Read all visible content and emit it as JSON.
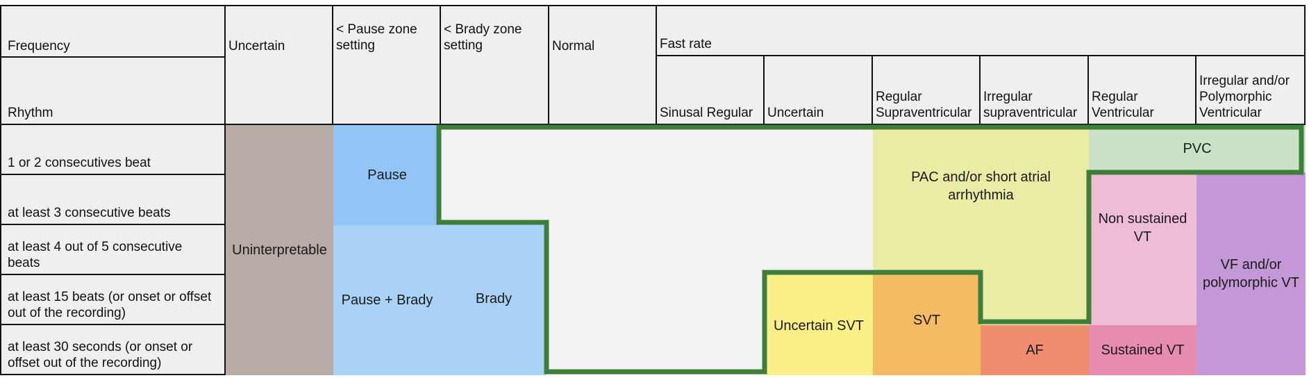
{
  "header": {
    "frequency": "Frequency",
    "rhythm": "Rhythm",
    "uncertain": "Uncertain",
    "pause_zone": "< Pause zone setting",
    "brady_zone": "< Brady zone setting",
    "normal": "Normal",
    "fast_rate": "Fast rate",
    "sub": [
      "Sinusal Regular",
      "Uncertain",
      "Regular Supraventricular",
      "Irregular supraventricular",
      "Regular Ventricular",
      "Irregular and/or Polymorphic Ventricular"
    ]
  },
  "rows": [
    "1 or 2 consecutives beat",
    "at least 3 consecutive beats",
    "at least 4 out of 5 consecutive beats",
    "at least 15 beats (or onset or offset out of the recording)",
    "at least 30 seconds (or onset or offset out of the recording)"
  ],
  "cells": {
    "uninterpretable": "Uninterpretable",
    "pause": "Pause",
    "pause_brady": "Pause + Brady",
    "brady": "Brady",
    "pac": "PAC and/or short atrial arrhythmia",
    "pvc": "PVC",
    "nsvt": "Non sustained VT",
    "vf": "VF and/or polymorphic VT",
    "uncertain_svt": "Uncertain SVT",
    "svt": "SVT",
    "af": "AF",
    "sustained_vt": "Sustained VT"
  },
  "colors": {
    "header_bg": "#efefef",
    "uninterpretable": "#b8aaa5",
    "pause": "#92c5f5",
    "pause_brady": "#aad2f7",
    "normal_zone": "#f3f3f3",
    "pac": "#e8eca4",
    "pvc": "#c9e2c8",
    "nsvt": "#efbcd8",
    "vf": "#c497d6",
    "uncertain_svt": "#fbef88",
    "svt": "#f2bb64",
    "af": "#ef8e6f",
    "sustained_vt": "#e68cae",
    "outline": "#3f7d3a"
  }
}
